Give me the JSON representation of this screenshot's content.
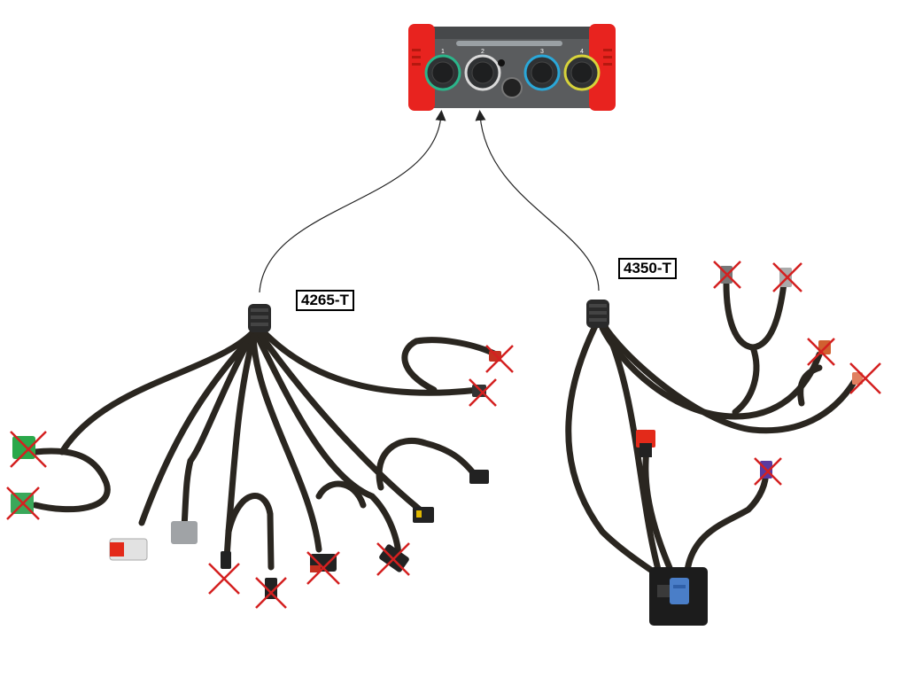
{
  "labels": {
    "harness_left": "4265-T",
    "harness_right": "4350-T"
  },
  "device": {
    "channel_numbers": [
      "1",
      "2",
      "3",
      "4"
    ],
    "ring_colors": [
      "#2bb58a",
      "#d9d9d9",
      "#2aa7d8",
      "#d7d33a"
    ],
    "bumper_color": "#e8231f"
  },
  "colors": {
    "cable": "#2a2620",
    "cross": "#d42020",
    "arrow": "#222222"
  },
  "connectors": {
    "left": [
      {
        "kind": "green-plug",
        "excluded": true
      },
      {
        "kind": "green-plug",
        "excluded": true
      },
      {
        "kind": "red-white-plug",
        "excluded": false
      },
      {
        "kind": "grey-plug",
        "excluded": false
      },
      {
        "kind": "small-black-pin",
        "excluded": true
      },
      {
        "kind": "black-pin",
        "excluded": true
      },
      {
        "kind": "black-red-plug",
        "excluded": true
      },
      {
        "kind": "black-red-plug",
        "excluded": true
      },
      {
        "kind": "black-yellow-plug",
        "excluded": false
      },
      {
        "kind": "black-plug",
        "excluded": false
      },
      {
        "kind": "small-plug",
        "excluded": true
      },
      {
        "kind": "small-plug",
        "excluded": true
      }
    ],
    "right": [
      {
        "kind": "small-plug",
        "excluded": true
      },
      {
        "kind": "small-plug",
        "excluded": true
      },
      {
        "kind": "small-plug",
        "excluded": true
      },
      {
        "kind": "small-plug",
        "excluded": true
      },
      {
        "kind": "red-plug",
        "excluded": false
      },
      {
        "kind": "blue-plug",
        "excluded": true
      },
      {
        "kind": "obd-box",
        "excluded": false
      }
    ]
  }
}
